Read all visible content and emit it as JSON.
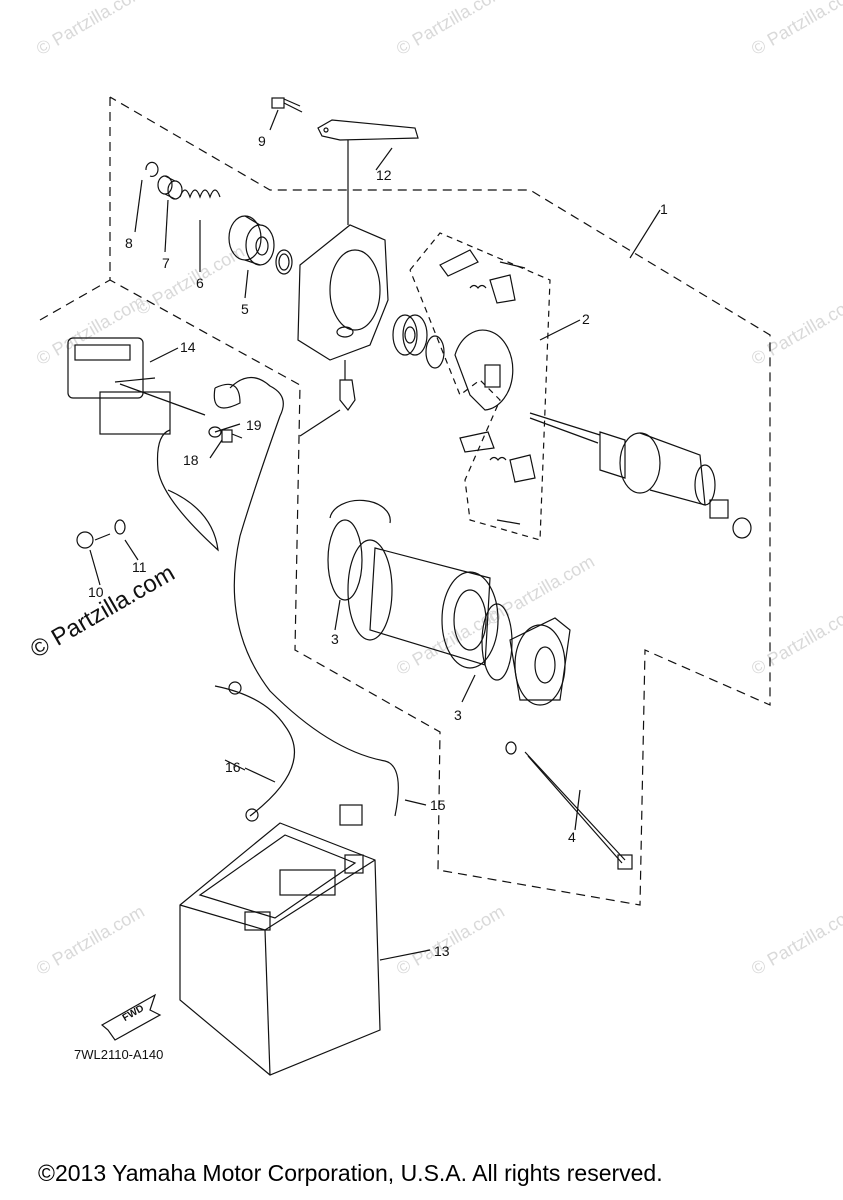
{
  "watermark": {
    "small": "© Partzilla.com",
    "large": "© Partzilla.com"
  },
  "diagram_code": "7WL2110-A140",
  "fwd_label": "FWD",
  "copyright": "©2013 Yamaha Motor Corporation, U.S.A. All rights reserved.",
  "callouts": [
    "1",
    "2",
    "3",
    "3",
    "4",
    "5",
    "6",
    "7",
    "8",
    "9",
    "10",
    "11",
    "12",
    "13",
    "14",
    "15",
    "16",
    "18",
    "19"
  ],
  "colors": {
    "line": "#111111",
    "watermark": "#d9d9d9",
    "background": "#ffffff"
  }
}
